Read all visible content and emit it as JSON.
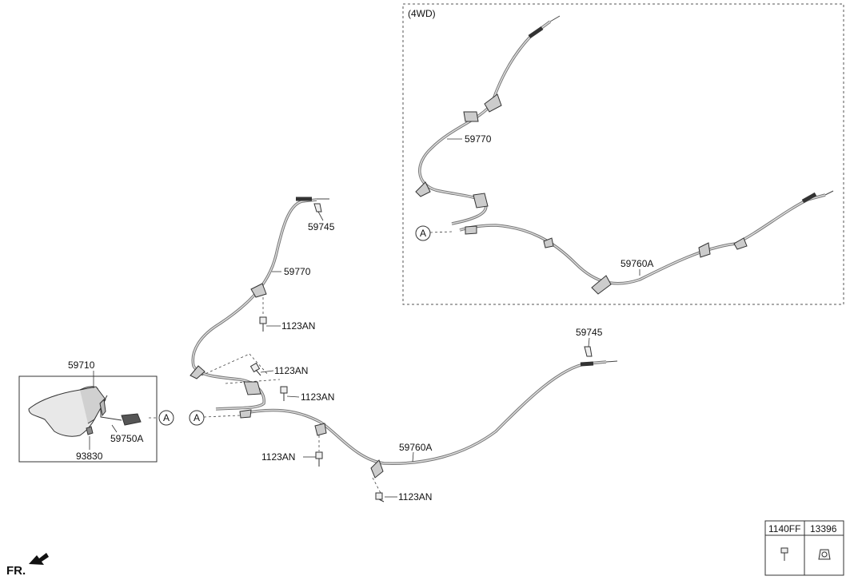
{
  "section_4wd_label": "(4WD)",
  "parts": {
    "p59710": "59710",
    "p59750a": "59750A",
    "p93830": "93830",
    "p59745_a": "59745",
    "p59770_a": "59770",
    "p1123an_1": "1123AN",
    "p1123an_2": "1123AN",
    "p1123an_3": "1123AN",
    "p1123an_4": "1123AN",
    "p1123an_5": "1123AN",
    "p59760a_a": "59760A",
    "p59745_b": "59745",
    "p59770_b": "59770",
    "p59760a_b": "59760A"
  },
  "ref_markers": {
    "a1": "A",
    "a2": "A",
    "a3": "A"
  },
  "legend": {
    "col1": "1140FF",
    "col2": "13396"
  },
  "direction_label": "FR.",
  "icons": [
    "bolt-icon",
    "nut-icon",
    "front-arrow-icon"
  ]
}
